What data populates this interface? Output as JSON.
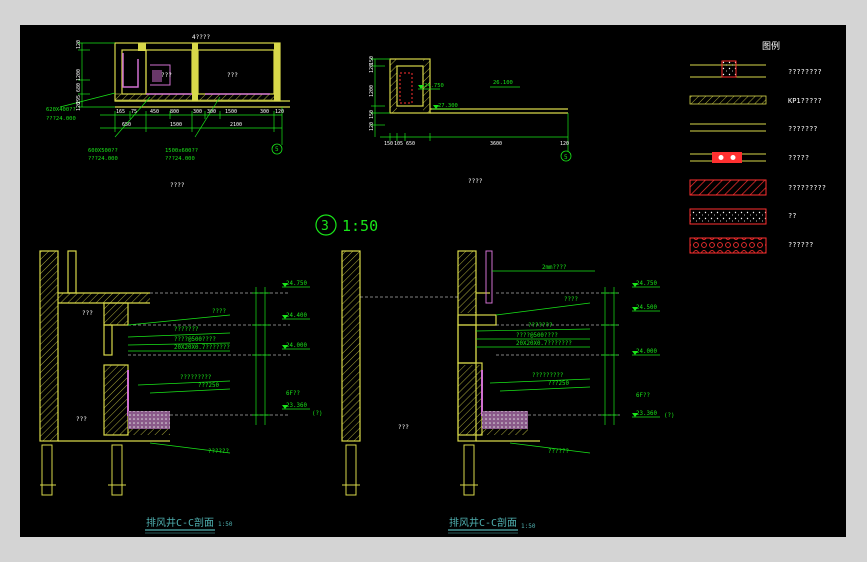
{
  "colors": {
    "background": "#000000",
    "wall": "#d8d84a",
    "dimension": "#19e619",
    "text": "#ffffff",
    "finish": "#d070d0",
    "hatch": "#ff3030",
    "grid": "#4fb0b0"
  },
  "legend": {
    "title": "图例",
    "items": [
      {
        "label": "????????",
        "icon": "brick-wall-swatch"
      },
      {
        "label": "KP1?????",
        "icon": "hatched-band-swatch"
      },
      {
        "label": "???????",
        "icon": "double-line-swatch"
      },
      {
        "label": "?????",
        "icon": "pipe-symbol-swatch"
      },
      {
        "label": "?????????",
        "icon": "diagonal-hatch-swatch"
      },
      {
        "label": "??",
        "icon": "stipple-swatch"
      },
      {
        "label": "??????",
        "icon": "gravel-swatch"
      }
    ]
  },
  "plan_left": {
    "caption": "????",
    "top_note": "4????",
    "room_a": "???",
    "room_b": "???",
    "dims_bottom": [
      "165",
      "75",
      "450",
      "800",
      "300",
      "300",
      "1500",
      "300",
      "120",
      "650",
      "1500",
      "2100"
    ],
    "dims_left": [
      "120",
      "1200",
      "680",
      "295",
      "120"
    ],
    "note_1": "620X400??",
    "note_1b": "???24.000",
    "note_2": "600X500??",
    "note_2b": "???24.000",
    "note_3": "1500x600??",
    "note_3b": "???24.000",
    "axis": "5"
  },
  "plan_right": {
    "caption": "????",
    "elev_1": "24.750",
    "elev_2": "27.300",
    "elev_3": "26.100",
    "dims_left": [
      "150",
      "120",
      "1200",
      "150",
      "120"
    ],
    "dims_bottom": [
      "150",
      "105",
      "650",
      "3600",
      "120"
    ],
    "axis": "5"
  },
  "scale_header": {
    "number": "3",
    "scale": "1:50"
  },
  "section_left": {
    "title": "排风井C-C剖面",
    "scale": "1:50",
    "room": "???",
    "room2": "???",
    "callouts": [
      "????",
      "???????",
      "????@500????",
      "20X20X0.7???????",
      "?????????",
      "???250",
      "??????"
    ],
    "elevations": [
      "24.750",
      "24.400",
      "24.000",
      "23.360"
    ],
    "floor": "6F??",
    "floor_tag": "(?)"
  },
  "section_right": {
    "title": "排风井C-C剖面",
    "scale": "1:50",
    "room": "???",
    "top_note": "2mm????",
    "callouts": [
      "????",
      "???????",
      "????@500????",
      "20X20X0.7???????",
      "?????????",
      "???250",
      "??????"
    ],
    "elevations": [
      "24.750",
      "24.500",
      "24.000",
      "23.360"
    ],
    "floor": "6F??",
    "floor_tag": "(?)"
  }
}
